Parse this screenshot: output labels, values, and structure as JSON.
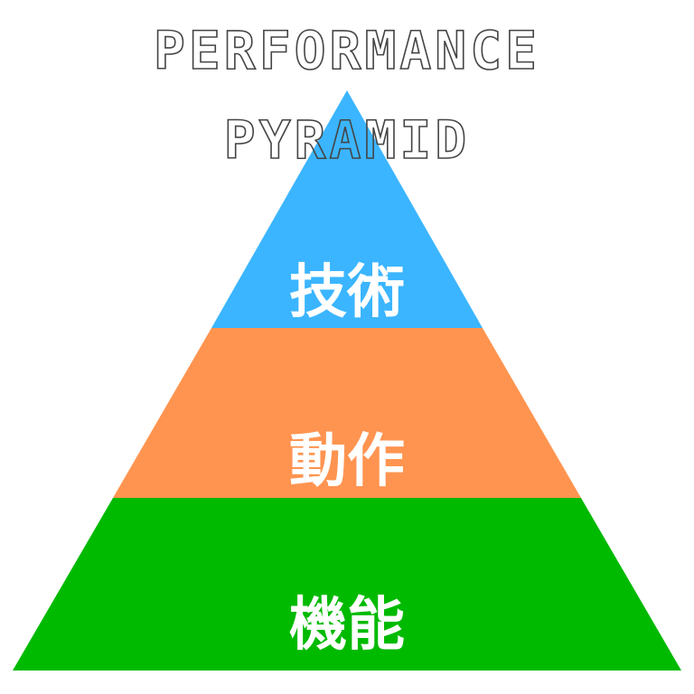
{
  "title": {
    "line1": "PERFORMANCE",
    "line2": "PYRAMID"
  },
  "layers": [
    {
      "label": "技術",
      "color": "#3bb5ff"
    },
    {
      "label": "動作",
      "color": "#ff9450"
    },
    {
      "label": "機能",
      "color": "#00ba00"
    }
  ]
}
